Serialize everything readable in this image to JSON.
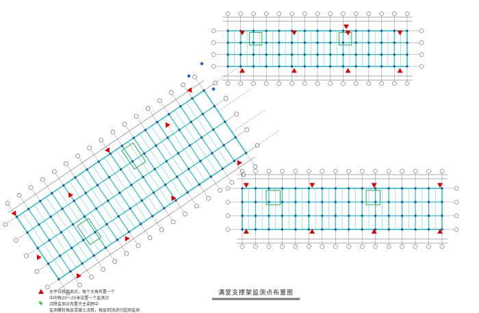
{
  "drawing": {
    "title": "满堂支撑架监测点布置图",
    "legend": [
      {
        "symbol": "red-triangle",
        "text": "水平位移监测点，每个大角布置一个"
      },
      {
        "symbol": "none",
        "text": "中间每20～25米设置一个监测点"
      },
      {
        "symbol": "green-diamond",
        "text": "沉降监测点布置于主梁跨中"
      },
      {
        "symbol": "none",
        "text": "监测螺栓每层混凝土浇筑，每层到顶进行超测监测"
      }
    ],
    "colors": {
      "grid_line": "#6a6a6a",
      "beam": "#27c2c0",
      "column": "#1f4fa8",
      "marker_triangle": "#e00000",
      "marker_diamond": "#22cc33",
      "wall": "#2aa84a"
    }
  }
}
